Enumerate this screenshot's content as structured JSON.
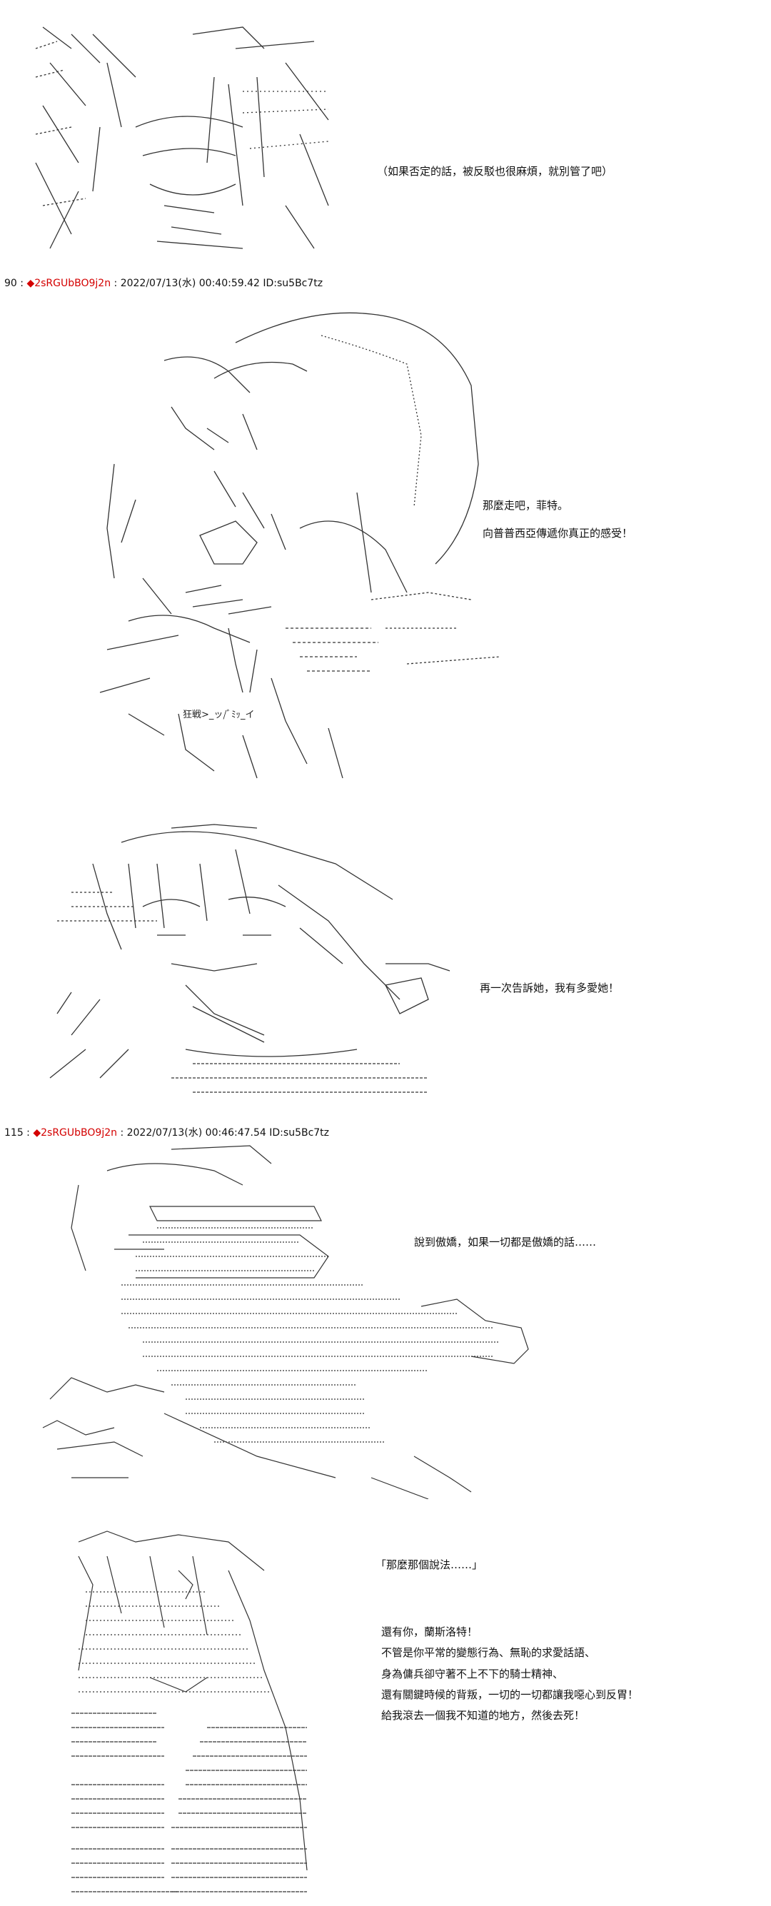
{
  "posts": [
    {
      "number": "90 :",
      "trip_mark": "◆",
      "name": "2sRGUbBO9j2n",
      "meta": ": 2022/07/13(水) 00:40:59.42 ID:su5Bc7tz"
    },
    {
      "number": "115 :",
      "trip_mark": "◆",
      "name": "2sRGUbBO9j2n",
      "meta": ": 2022/07/13(水) 00:46:47.54 ID:su5Bc7tz"
    }
  ],
  "dialogs": {
    "d1": [
      "（如果否定的話，被反駁也很麻煩，就別管了吧）"
    ],
    "d2": [
      "那麼走吧，菲特。",
      "向普普西亞傳遞你真正的感受！"
    ],
    "d3": [
      "再一次告訴她，我有多愛她！"
    ],
    "d4": [
      "說到傲嬌，如果一切都是傲嬌的話……"
    ],
    "d5": [
      "「那麼那個說法……」"
    ],
    "d6": [
      "還有你，蘭斯洛特！",
      "不管是你平常的變態行為、無恥的求愛話語、",
      "身為傭兵卻守著不上不下的騎士精神、",
      "還有關鍵時候的背叛，一切的一切都讓我噁心到反胃！",
      "給我滾去一個我不知道的地方，然後去死！"
    ]
  },
  "art_labels": {
    "a3": "狂戦>_ッ/ﾞﾐｯ_イ"
  }
}
